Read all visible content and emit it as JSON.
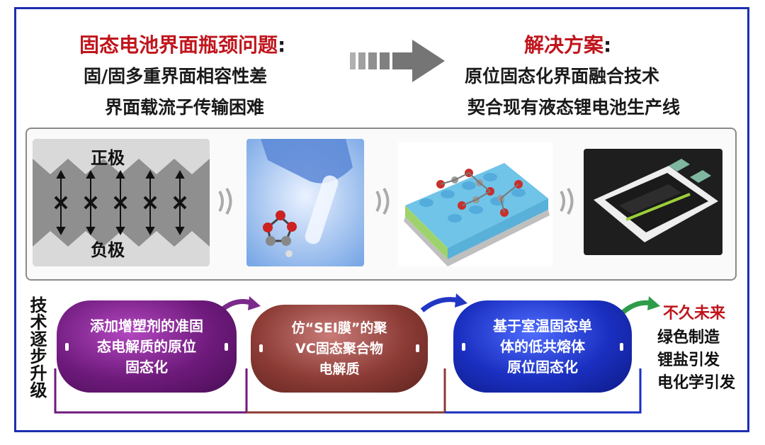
{
  "problem": {
    "title": "固态电池界面瓶颈问题",
    "colon": ":",
    "line1": "固/固多重界面相容性差",
    "line2": "界面载流子传输困难"
  },
  "solution": {
    "title": "解决方案",
    "colon": ":",
    "line1": "原位固态化界面融合技术",
    "line2": "契合现有液态锂电池生产线"
  },
  "battery": {
    "positive": "正极",
    "negative": "负极"
  },
  "side_label": "技术逐步升级",
  "steps": [
    {
      "line1": "添加增塑剂的准固",
      "line2": "态电解质的原位",
      "line3": "固态化"
    },
    {
      "line1": "仿“SEI膜”的聚",
      "line2": "VC固态聚合物",
      "line3": "电解质"
    },
    {
      "line1": "基于室温固态单",
      "line2": "体的低共熔体",
      "line3": "原位固态化"
    }
  ],
  "future": {
    "title": "不久未来",
    "items": [
      "绿色制造",
      "锂盐引发",
      "电化学引发"
    ]
  },
  "colors": {
    "frame": "#1c2fb0",
    "title_red": "#c0151c",
    "step1": "#6e1a7c",
    "step2": "#8c3b35",
    "step3": "#1a2fc0",
    "future_arrow": "#2e9c4a"
  }
}
